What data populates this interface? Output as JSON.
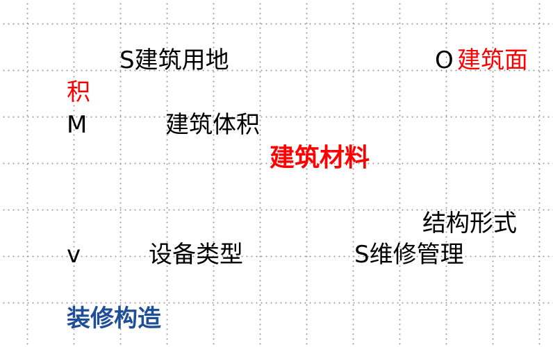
{
  "labels": {
    "s_jianzhu_yongdi": "S建筑用地",
    "o_mark": "O",
    "jianzhu_mianji": "建筑面",
    "ji": "积",
    "m": "M",
    "jianzhu_tiji": "建筑体积",
    "jianzhu_cailiao": "建筑材料",
    "jiegou_xingshi": "结构形式",
    "v": "v",
    "shebei_leixing": "设备类型",
    "s_weixiu_guanli": "S维修管理",
    "zhuangxiu_gouzao": "装修构造"
  },
  "colors": {
    "text": "#000000",
    "highlight_red": "#ff0000",
    "heading_blue": "#1f4e99",
    "grid_dots": "#9a9a9a",
    "background": "#ffffff"
  }
}
